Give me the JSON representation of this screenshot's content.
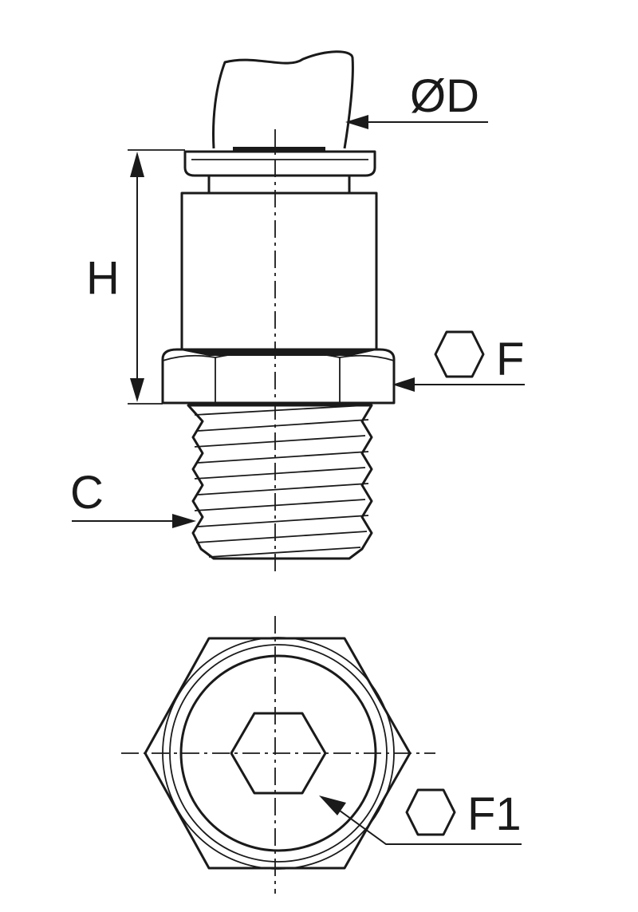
{
  "labels": {
    "tube_diameter": "ØD",
    "height": "H",
    "hex_wrench": "F",
    "thread": "C",
    "socket_hex": "F1"
  },
  "colors": {
    "ink": "#1a1a1a",
    "background": "#ffffff"
  },
  "icons": {
    "hex_wrench": "hexagon-icon",
    "socket_hex": "hexagon-icon"
  }
}
